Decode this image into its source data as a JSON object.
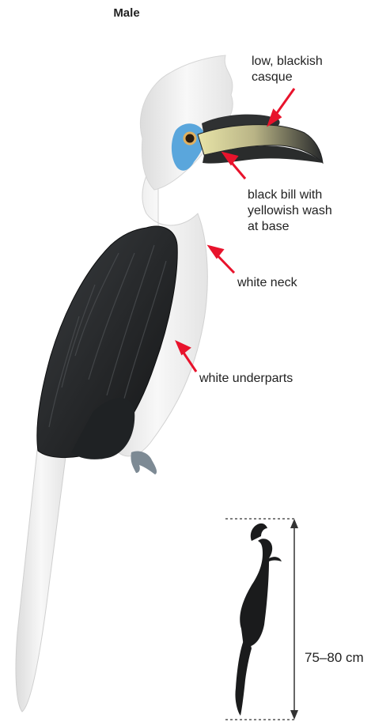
{
  "header": {
    "title": "Male"
  },
  "annotations": {
    "casque": [
      "low, blackish",
      "casque"
    ],
    "bill": [
      "black bill with",
      "yellowish wash",
      "at base"
    ],
    "neck": "white neck",
    "underparts": "white underparts"
  },
  "size": {
    "label": "75–80 cm"
  },
  "colors": {
    "arrow": "#e8132c",
    "plumage_white": "#f6f6f6",
    "plumage_black": "#1c1e20",
    "bill_dark": "#2a2c2c",
    "bill_yellow": "#e6e2a6",
    "facial_skin": "#5aa6dc"
  }
}
